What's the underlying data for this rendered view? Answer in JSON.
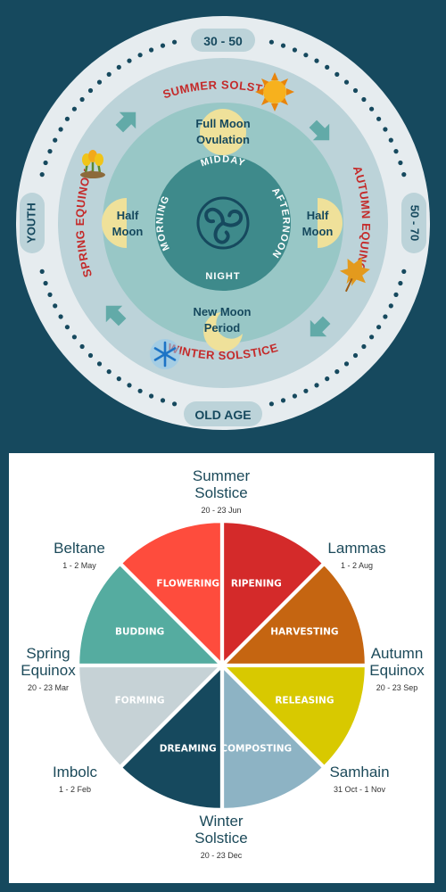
{
  "top_wheel": {
    "ages": {
      "top": "30 - 50",
      "left": "YOUTH",
      "right": "50 - 70",
      "bottom": "OLD AGE"
    },
    "seasons": {
      "summer": "SUMMER SOLSTICE",
      "autumn": "AUTUMN EQUINOX",
      "winter": "WINTER SOLSTICE",
      "spring": "SPRING EQUINOX"
    },
    "moon_phases": {
      "full": [
        "Full Moon",
        "Ovulation"
      ],
      "half_left": [
        "Half",
        "Moon"
      ],
      "half_right": [
        "Half",
        "Moon"
      ],
      "new": [
        "New Moon",
        "Period"
      ]
    },
    "times_of_day": {
      "midday": "MIDDAY",
      "afternoon": "AFTERNOON",
      "night": "NIGHT",
      "morning": "MORNING"
    },
    "colors": {
      "outer_ring": "#e6ecef",
      "season_ring": "#bcd3d9",
      "moon_ring": "#98c7c6",
      "inner_circle": "#3e8a8b",
      "arrow": "#62aaa8",
      "dots": "#16495e",
      "season_text": "#c42a2a"
    }
  },
  "bottom_wheel": {
    "segments": [
      {
        "label": "RIPENING",
        "color": "#d42a2a"
      },
      {
        "label": "HARVESTING",
        "color": "#c56511"
      },
      {
        "label": "RELEASING",
        "color": "#d8c900"
      },
      {
        "label": "COMPOSTING",
        "color": "#8db3c4"
      },
      {
        "label": "DREAMING",
        "color": "#16495e"
      },
      {
        "label": "FORMING",
        "color": "#c6d2d6"
      },
      {
        "label": "BUDDING",
        "color": "#55aca0"
      },
      {
        "label": "FLOWERING",
        "color": "#fe4c3d"
      }
    ],
    "festivals": {
      "summer_solstice": {
        "name": [
          "Summer",
          "Solstice"
        ],
        "date": "20 - 23 Jun"
      },
      "lammas": {
        "name": [
          "Lammas"
        ],
        "date": "1 - 2 Aug"
      },
      "autumn_equinox": {
        "name": [
          "Autumn",
          "Equinox"
        ],
        "date": "20 - 23 Sep"
      },
      "samhain": {
        "name": [
          "Samhain"
        ],
        "date": "31 Oct - 1 Nov"
      },
      "winter_solstice": {
        "name": [
          "Winter",
          "Solstice"
        ],
        "date": "20 - 23 Dec"
      },
      "imbolc": {
        "name": [
          "Imbolc"
        ],
        "date": "1 - 2 Feb"
      },
      "spring_equinox": {
        "name": [
          "Spring",
          "Equinox"
        ],
        "date": "20 - 23 Mar"
      },
      "beltane": {
        "name": [
          "Beltane"
        ],
        "date": "1 - 2 May"
      }
    }
  }
}
